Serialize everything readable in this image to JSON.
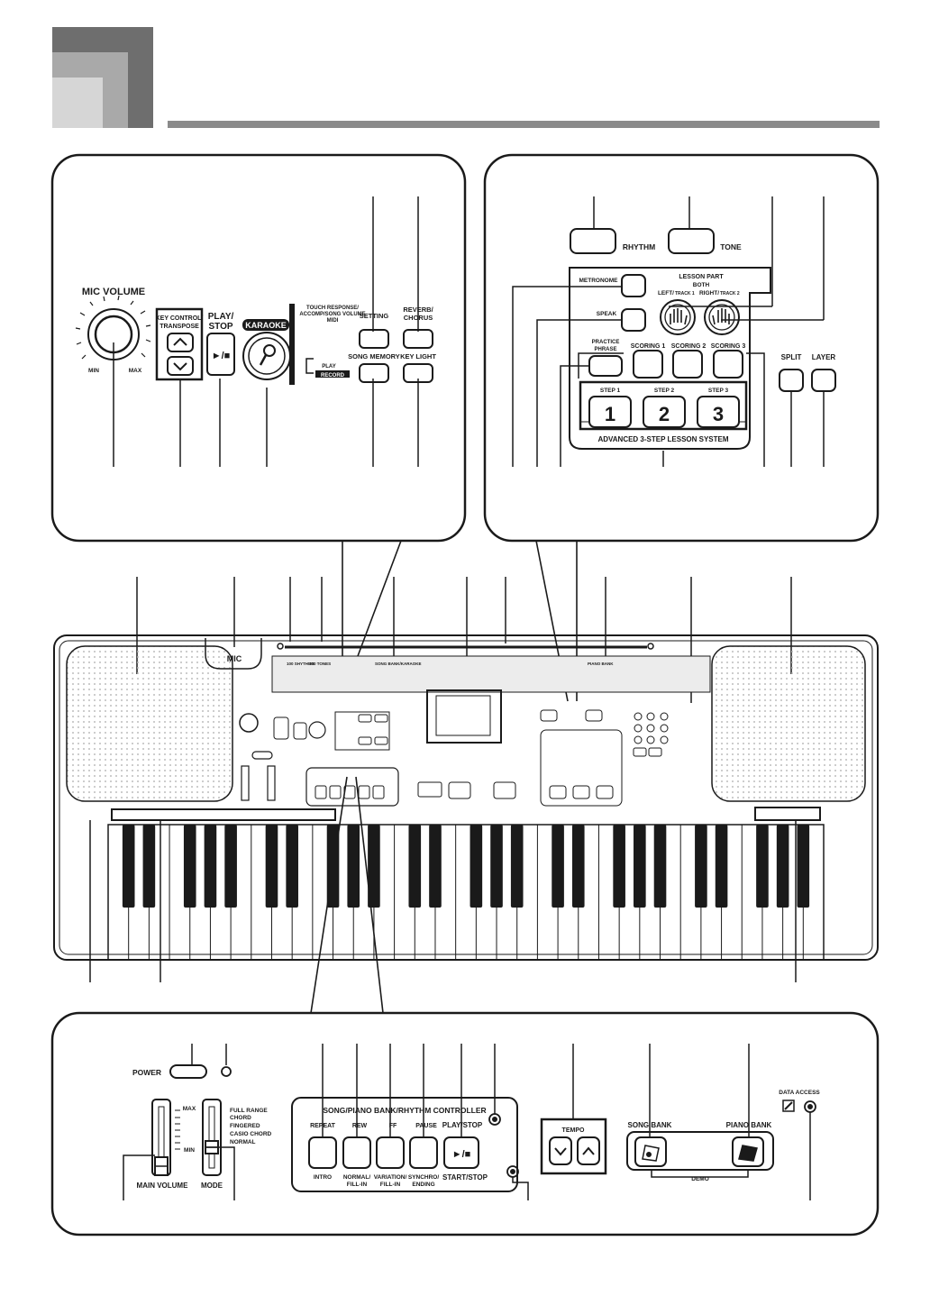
{
  "mic_panel": {
    "mic_volume": "MIC VOLUME",
    "min": "MIN",
    "max": "MAX",
    "key_control_1": "KEY CONTROL/",
    "key_control_2": "TRANSPOSE",
    "play_1": "PLAY/",
    "play_2": "STOP",
    "karaoke": "KARAOKE",
    "touch_1": "TOUCH RESPONSE/",
    "touch_2": "ACCOMP/SONG VOLUME",
    "touch_3": "MIDI",
    "setting": "SETTING",
    "reverb_1": "REVERB/",
    "reverb_2": "CHORUS",
    "song_memory": "SONG MEMORY",
    "key_light": "KEY LIGHT",
    "play_small": "PLAY",
    "record_small": "RECORD"
  },
  "lesson_panel": {
    "rhythm": "RHYTHM",
    "tone": "TONE",
    "metronome": "METRONOME",
    "lesson_part": "LESSON PART",
    "both": "BOTH",
    "left": "LEFT/",
    "track1": "TRACK 1",
    "right": "RIGHT/",
    "track2": "TRACK 2",
    "speak": "SPEAK",
    "practice_1": "PRACTICE",
    "practice_2": "PHRASE",
    "scoring1": "SCORING 1",
    "scoring2": "SCORING 2",
    "scoring3": "SCORING 3",
    "split": "SPLIT",
    "layer": "LAYER",
    "step1": "STEP 1",
    "step2": "STEP 2",
    "step3": "STEP 3",
    "num1": "1",
    "num2": "2",
    "num3": "3",
    "system": "ADVANCED 3-STEP LESSON SYSTEM"
  },
  "keyboard": {
    "mic_label": "MIC",
    "songs_100": "100 SHYTHMS",
    "tones_100": "100 TONES",
    "song_bank": "SONG BANK/KARAOKE",
    "piano_bank": "PIANO BANK"
  },
  "controller_panel": {
    "power": "POWER",
    "max": "MAX",
    "min": "MIN",
    "main_volume": "MAIN VOLUME",
    "mode": "MODE",
    "mode_options": [
      "FULL RANGE",
      "CHORD",
      "FINGERED",
      "CASIO CHORD",
      "NORMAL"
    ],
    "controller_title": "SONG/PIANO BANK/RHYTHM CONTROLLER",
    "repeat": "REPEAT",
    "rew": "REW",
    "ff": "FF",
    "pause": "PAUSE",
    "play_stop": "PLAY/STOP",
    "intro": "INTRO",
    "normal_1": "NORMAL/",
    "normal_2": "FILL-IN",
    "variation_1": "VARIATION/",
    "variation_2": "FILL-IN",
    "synchro_1": "SYNCHRO/",
    "synchro_2": "ENDING",
    "start_stop": "START/STOP",
    "tempo": "TEMPO",
    "song_bank": "SONG BANK",
    "piano_bank": "PIANO BANK",
    "demo": "DEMO",
    "data_access": "DATA ACCESS"
  },
  "colors": {
    "header_dark": "#6e6e6e",
    "header_mid": "#a9a9a9",
    "header_light": "#d6d6d6",
    "rule": "#8a8a8a",
    "ink": "#1a1a1a",
    "dot_grid": "#bdbdbd"
  }
}
